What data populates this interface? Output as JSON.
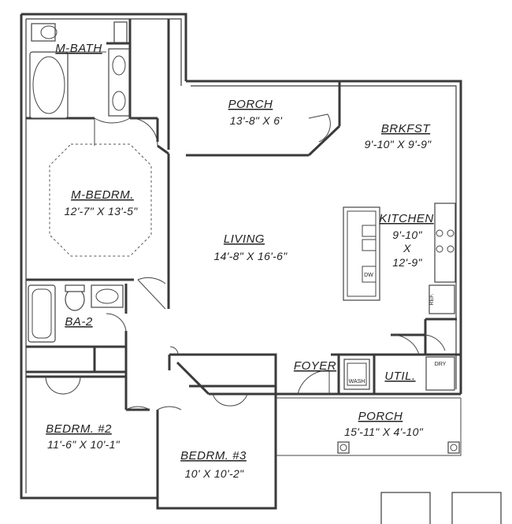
{
  "rooms": {
    "m_bath": {
      "name": "M-BATH"
    },
    "porch_rear": {
      "name": "PORCH",
      "dims": "13'-8\" X 6'"
    },
    "brkfst": {
      "name": "BRKFST",
      "dims": "9'-10\" X 9'-9\""
    },
    "m_bedrm": {
      "name": "M-BEDRM.",
      "dims": "12'-7\" X 13'-5\""
    },
    "kitchen": {
      "name": "KITCHEN",
      "dims_line1": "9'-10\"",
      "dims_line2": "X",
      "dims_line3": "12'-9\""
    },
    "living": {
      "name": "LIVING",
      "dims": "14'-8\" X 16'-6\""
    },
    "ba2": {
      "name": "BA-2"
    },
    "foyer": {
      "name": "FOYER"
    },
    "util": {
      "name": "UTIL."
    },
    "porch_front": {
      "name": "PORCH",
      "dims": "15'-11\" X 4'-10\""
    },
    "bedrm2": {
      "name": "BEDRM. #2",
      "dims": "11'-6\" X 10'-1\""
    },
    "bedrm3": {
      "name": "BEDRM. #3",
      "dims": "10' X 10'-2\""
    }
  },
  "fixture_labels": {
    "dishwasher": "DW",
    "refrigerator": "REF.",
    "washer": "WASH",
    "dryer": "DRY"
  }
}
